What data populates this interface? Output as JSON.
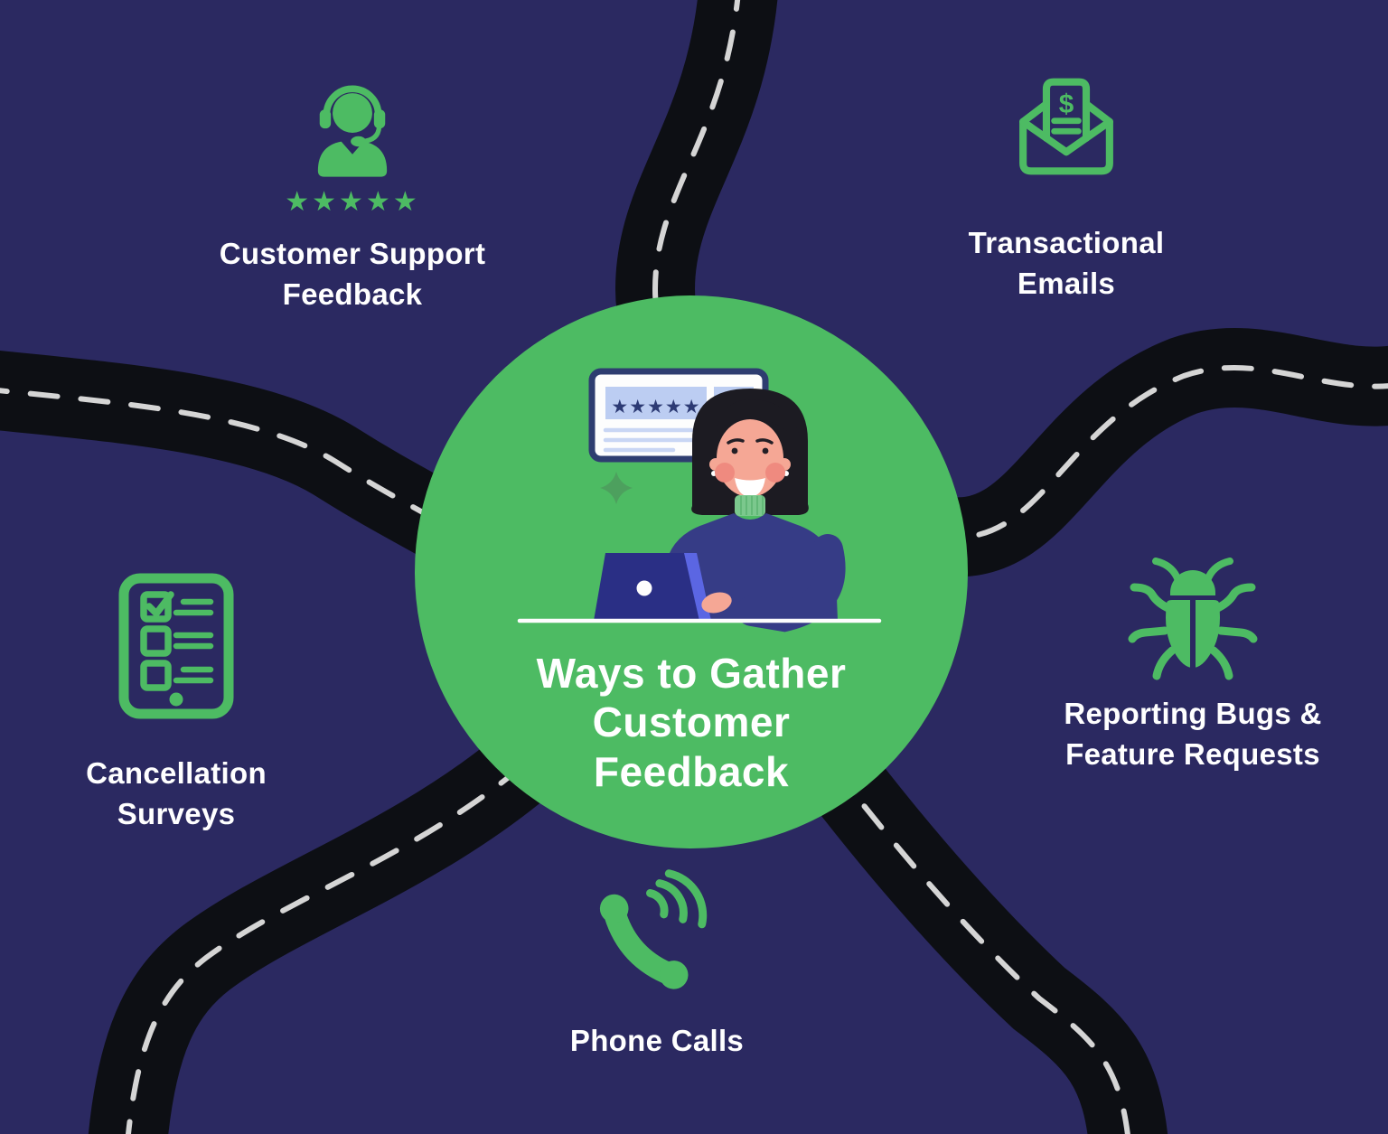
{
  "colors": {
    "background": "#2b2961",
    "road": "#0d0f14",
    "road_dash": "#d5d5d5",
    "accent_green": "#4dbb63",
    "sparkle_green": "#4da05e",
    "text": "#ffffff",
    "card_star_navy": "#2c3a74"
  },
  "center": {
    "title": "Ways to Gather Customer Feedback",
    "review_card_stars": 5
  },
  "items": [
    {
      "id": "customer-support-feedback",
      "icon": "support-agent-headset-icon",
      "label": "Customer Support Feedback",
      "stars": 5
    },
    {
      "id": "transactional-emails",
      "icon": "invoice-email-icon",
      "label": "Transactional Emails"
    },
    {
      "id": "reporting-bugs-feature-requests",
      "icon": "bug-icon",
      "label": "Reporting Bugs & Feature Requests"
    },
    {
      "id": "cancellation-surveys",
      "icon": "survey-checklist-tablet-icon",
      "label": "Cancellation Surveys"
    },
    {
      "id": "phone-calls",
      "icon": "phone-handset-icon",
      "label": "Phone Calls"
    }
  ]
}
